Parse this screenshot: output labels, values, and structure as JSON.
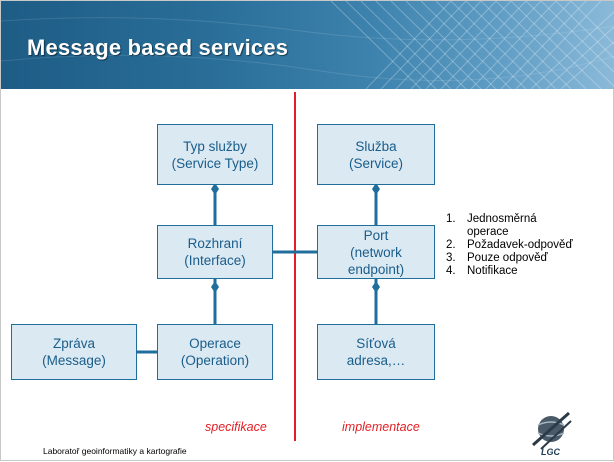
{
  "slide": {
    "title": "Message based services",
    "footer": "Laboratoř geoinformatiky a kartografie",
    "logo_text": "LGC"
  },
  "diagram": {
    "boxes": {
      "service_type": {
        "line1": "Typ služby",
        "line2": "(Service Type)"
      },
      "interface": {
        "line1": "Rozhraní",
        "line2": "(Interface)"
      },
      "operation": {
        "line1": "Operace",
        "line2": "(Operation)"
      },
      "message": {
        "line1": "Zpráva",
        "line2": "(Message)"
      },
      "service": {
        "line1": "Služba",
        "line2": "(Service)"
      },
      "port": {
        "line1": "Port",
        "line2": "(network",
        "line3": "endpoint)"
      },
      "address": {
        "line1": "Síťová",
        "line2": "adresa,…"
      }
    },
    "operation_types": [
      {
        "num": "1.",
        "line1": "Jednosměrná",
        "line2": "operace"
      },
      {
        "num": "2.",
        "line1": "Požadavek-odpověď"
      },
      {
        "num": "3.",
        "line1": "Pouze odpověď"
      },
      {
        "num": "4.",
        "line1": "Notifikace"
      }
    ],
    "labels": {
      "left": "specifikace",
      "right": "implementace"
    },
    "colors": {
      "box_border": "#1f6e9c",
      "box_fill": "#dbe9f3",
      "box_text": "#1a5d8a",
      "connector": "#1f6e9c",
      "divider": "#e31e24"
    }
  }
}
